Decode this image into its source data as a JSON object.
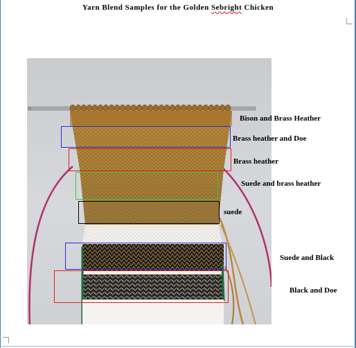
{
  "document": {
    "title_start": "Yarn Blend Samples for the Golden ",
    "title_misspelled": "Sebright",
    "title_end": " Chicken"
  },
  "labels": {
    "bison_brass_heather": "Bison and Brass Heather",
    "brass_heather_doe": "Brass heather and Doe",
    "brass_heather": "Brass heather",
    "suede_brass_heather": "Suede and brass heather",
    "suede": "suede",
    "suede_black": "Suede and Black",
    "black_doe": "Black and Doe"
  },
  "colors": {
    "blue_box": "#2b2bd0",
    "red_box": "#e02020",
    "green_box": "#3cc83c",
    "black_box": "#000000",
    "needle_cable": "#b0306a",
    "brass_yarn": "#b8883c",
    "squiggle": "#dd3333"
  }
}
